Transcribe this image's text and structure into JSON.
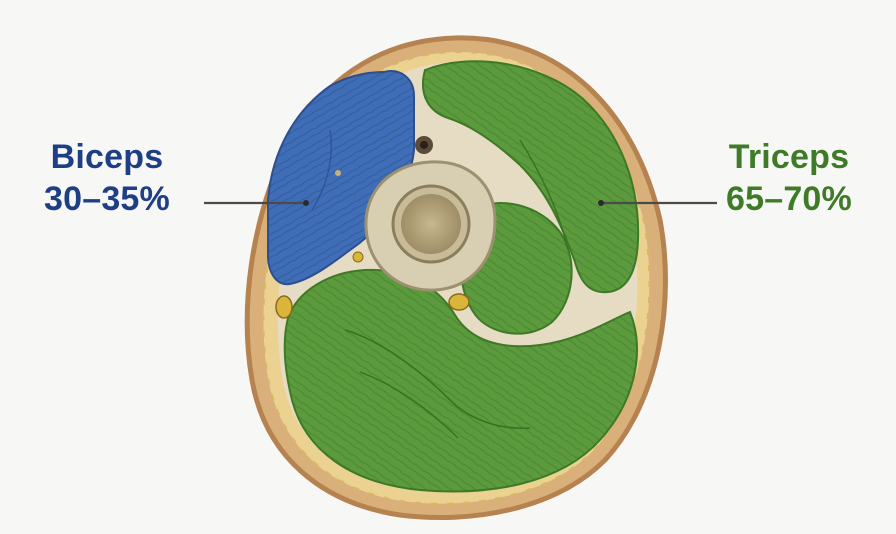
{
  "labels": {
    "biceps": {
      "name": "Biceps",
      "share": "30–35%"
    },
    "triceps": {
      "name": "Triceps",
      "share": "65–70%"
    }
  },
  "colors": {
    "biceps": "#3f6db8",
    "triceps": "#5b9a3d",
    "fat": "#e9cf84",
    "skin": "#c79a6d",
    "bone": "#cfc5a8",
    "marrow": "#a8976e",
    "biceps_text": "#1e3f86",
    "triceps_text": "#3f7a28",
    "leader_line": "#4a4a4a"
  },
  "icons": {
    "biceps_muscle": "biceps-muscle-icon",
    "triceps_muscle": "triceps-muscle-icon",
    "humerus": "humerus-bone-icon"
  }
}
